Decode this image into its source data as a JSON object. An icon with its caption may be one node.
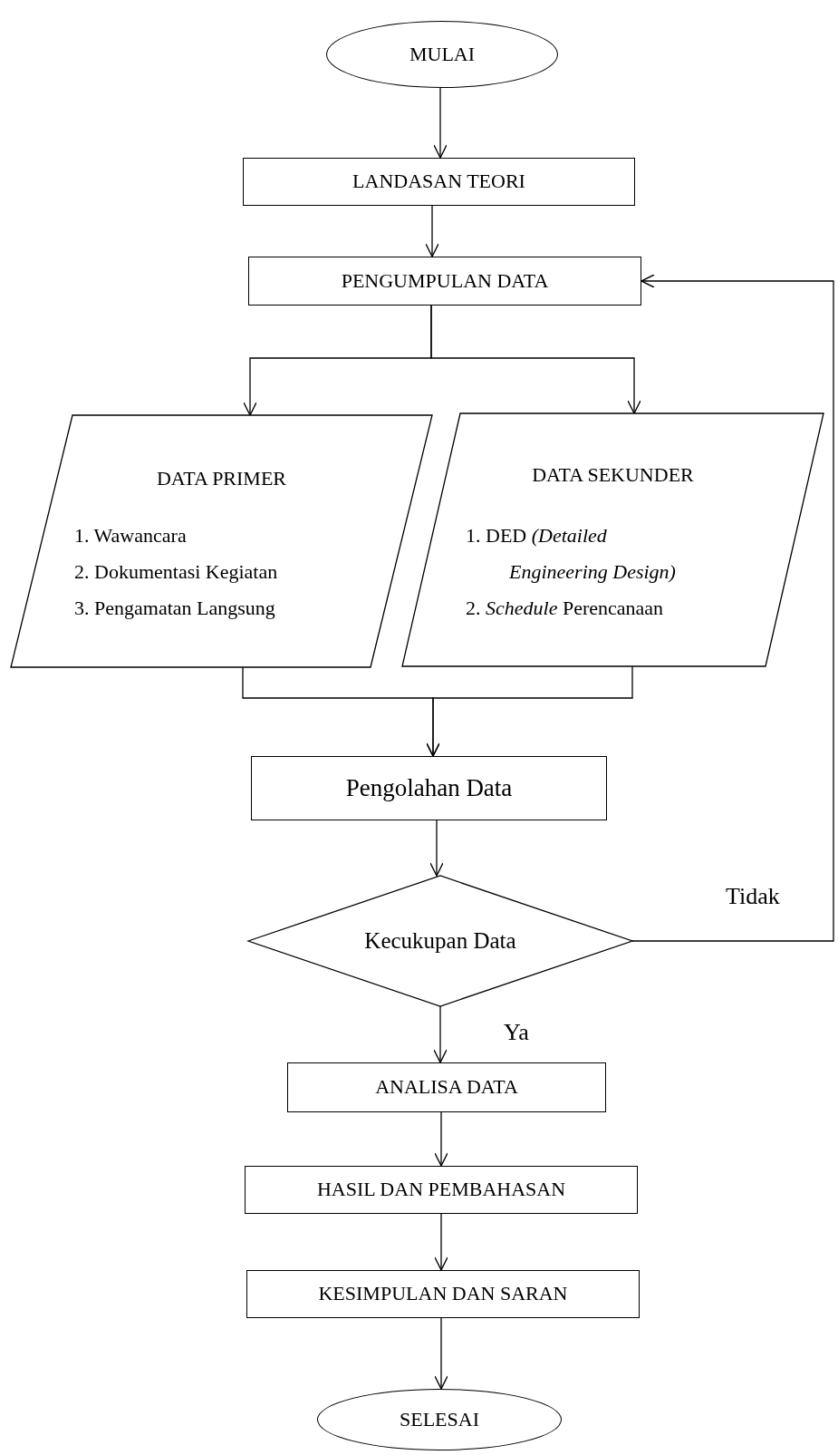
{
  "diagram": {
    "nodes": [
      {
        "text": [
          "MULAI"
        ]
      },
      {
        "text": [
          "LANDASAN TEORI"
        ]
      },
      {
        "text": [
          "PENGUMPULAN DATA"
        ]
      },
      {
        "text": [
          "DATA PRIMER",
          "1. Wawancara",
          "2. Dokumentasi Kegiatan",
          "3. Pengamatan Langsung"
        ]
      },
      {
        "text": [
          "DATA SEKUNDER",
          "1. DED *(Detailed Engineering Design)*",
          "2. *Schedule* Perencanaan"
        ]
      },
      {
        "text": [
          "Pengolahan Data"
        ]
      },
      {
        "text": [
          "Kecukupan Data"
        ]
      },
      {
        "text": [
          "ANALISA DATA"
        ]
      },
      {
        "text": [
          "HASIL DAN PEMBAHASAN"
        ]
      },
      {
        "text": [
          "KESIMPULAN DAN SARAN"
        ]
      },
      {
        "text": [
          "SELESAI"
        ]
      }
    ],
    "edges": [
      {
        "from": 0,
        "to": 1,
        "arrow": "to"
      },
      {
        "from": 1,
        "to": 2,
        "arrow": "to"
      },
      {
        "from": 2,
        "to": 3,
        "arrow": "to"
      },
      {
        "from": 2,
        "to": 4,
        "arrow": "to"
      },
      {
        "from": 3,
        "to": 5,
        "arrow": "to"
      },
      {
        "from": 4,
        "to": 5,
        "arrow": "to"
      },
      {
        "from": 5,
        "to": 6,
        "arrow": "to"
      },
      {
        "from": 6,
        "to": 7,
        "label": "Ya",
        "arrow": "to"
      },
      {
        "from": 7,
        "to": 8,
        "arrow": "to"
      },
      {
        "from": 8,
        "to": 9,
        "arrow": "to"
      },
      {
        "from": 9,
        "to": 10,
        "arrow": "to"
      },
      {
        "from": 6,
        "to": 2,
        "label": "Tidak",
        "arrow": "to"
      }
    ]
  }
}
